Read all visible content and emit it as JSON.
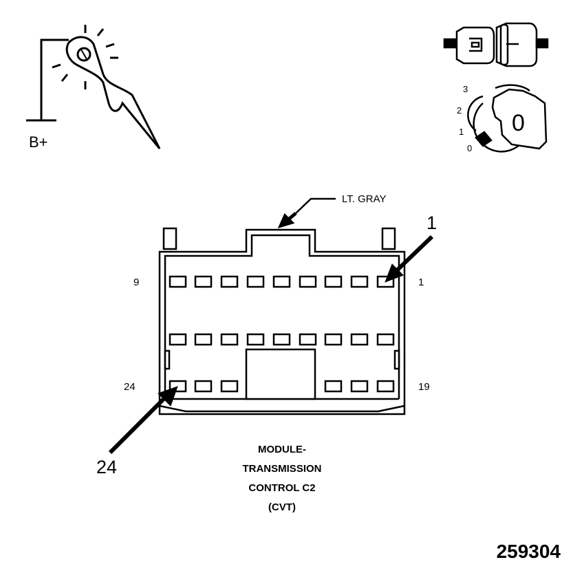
{
  "diagram": {
    "b_plus_label": "B+",
    "connector_color_label": "LT. GRAY",
    "callout_pin_first": "1",
    "callout_pin_last": "24",
    "pin_labels": {
      "top_left": "9",
      "top_right": "1",
      "bottom_left": "24",
      "bottom_right": "19"
    },
    "ignition_positions": [
      "3",
      "2",
      "1",
      "0"
    ],
    "ignition_key_position": "0",
    "caption_lines": [
      "MODULE-",
      "TRANSMISSION",
      "CONTROL C2",
      "(CVT)"
    ],
    "figure_number": "259304",
    "icons": [
      "test-light-probe-icon",
      "connector-disconnected-icon",
      "ignition-key-icon"
    ]
  }
}
